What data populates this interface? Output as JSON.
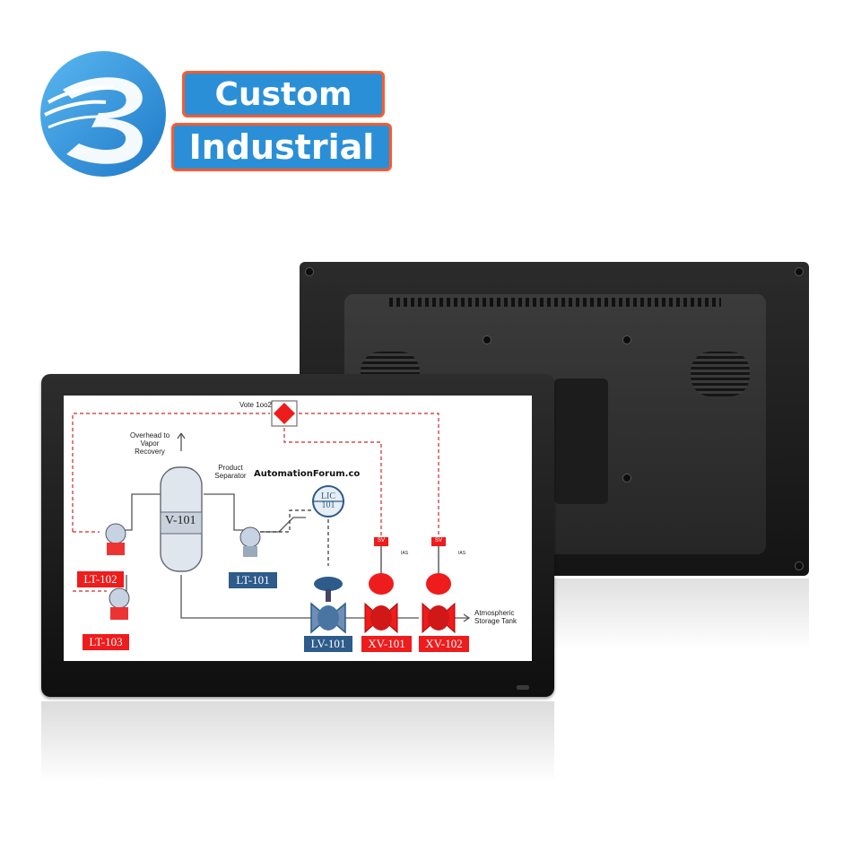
{
  "brand": {
    "line1": "Custom",
    "line2": "Industrial",
    "logo_icon": "b-swirl-logo",
    "colors": {
      "blue": "#2a8fd6",
      "orange_border": "#ff5a2c"
    }
  },
  "hmi": {
    "vote_label": "Vote 1oo2",
    "overhead_label": "Overhead to\nVapor\nRecovery",
    "separator_label": "Product\nSeparator",
    "watermark": "AutomationForum.co",
    "vessel": "V-101",
    "lic": "LIC\n101",
    "tags": {
      "lt102": "LT-102",
      "lt103": "LT-103",
      "lt101": "LT-101",
      "lv101": "LV-101",
      "xv101": "XV-101",
      "xv102": "XV-102"
    },
    "sv": "SV",
    "ias": "IAS",
    "atmospheric": "Atmospheric\nStorage Tank",
    "colors": {
      "red": "#ee1c1c",
      "blue_tag": "#2d5b8a",
      "dashed": "#cc2a2a"
    }
  }
}
